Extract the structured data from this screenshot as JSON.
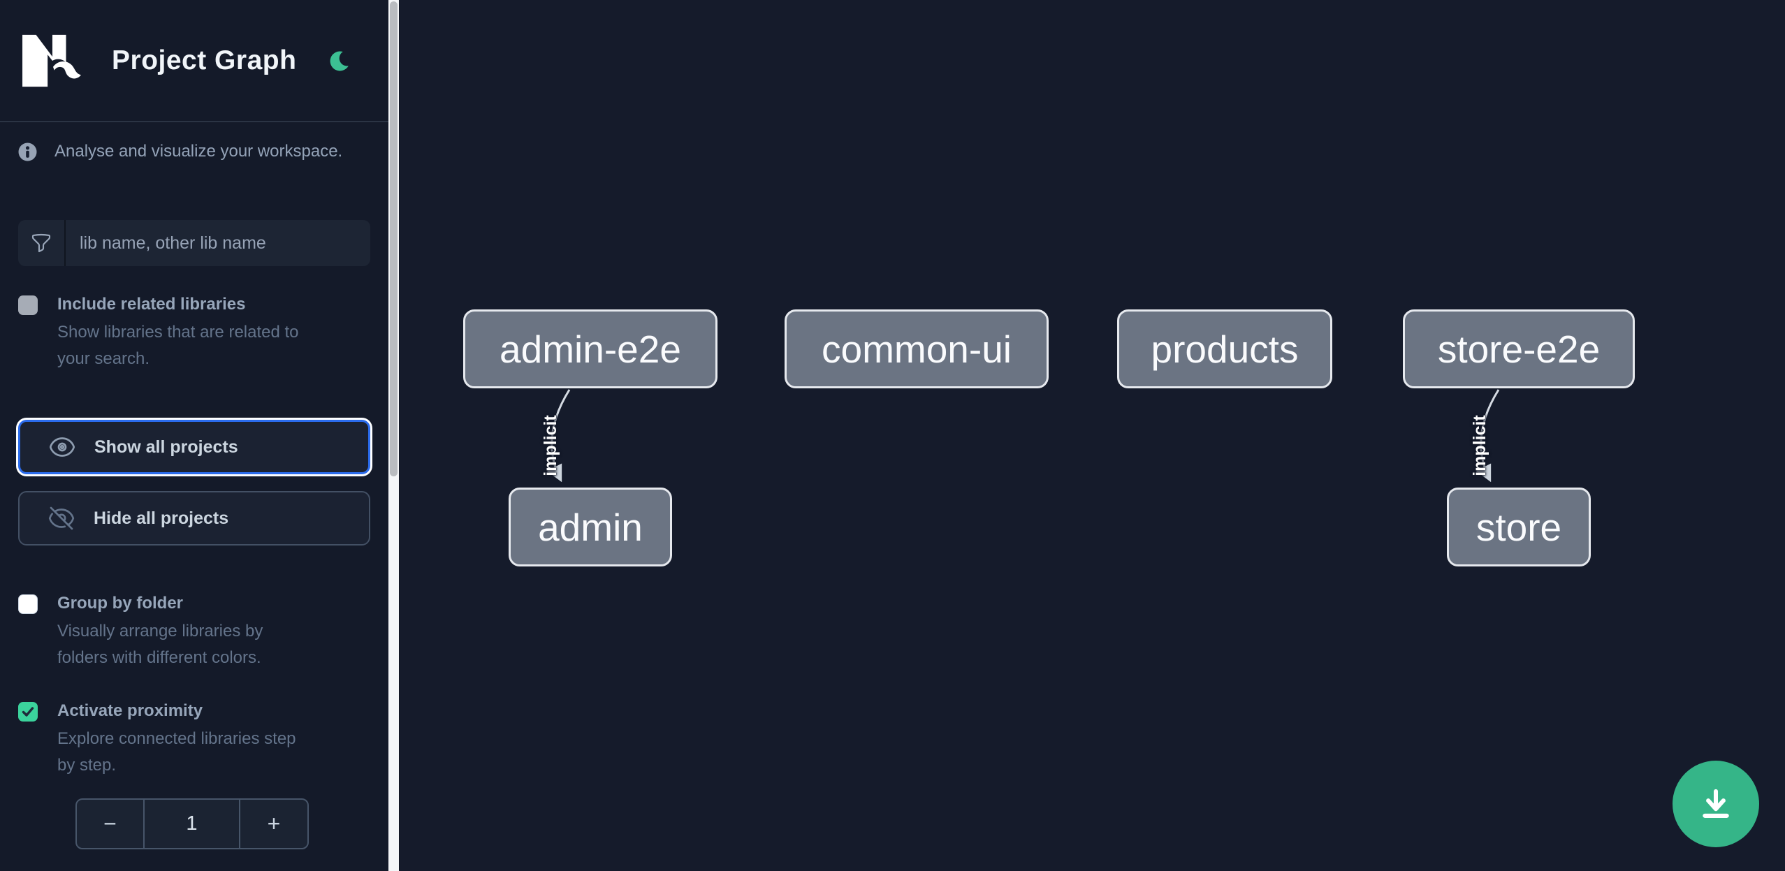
{
  "app": {
    "title": "Project Graph",
    "logo_icon": "nx-logo",
    "theme_toggle_icon": "moon-icon"
  },
  "sidebar": {
    "tagline": "Analyse and visualize your workspace.",
    "search": {
      "icon": "filter-icon",
      "placeholder": "lib name, other lib name",
      "value": ""
    },
    "options": [
      {
        "label": "Include related libraries",
        "description": "Show libraries that are related to\nyour search.",
        "checked": false,
        "checkbox_style": "gray"
      },
      {
        "label": "Group by folder",
        "description": "Visually arrange libraries by\nfolders with different colors.",
        "checked": false,
        "checkbox_style": "white"
      },
      {
        "label": "Activate proximity",
        "description": "Explore connected libraries step\nby step.",
        "checked": true,
        "checkbox_style": "green"
      }
    ],
    "actions": [
      {
        "label": "Show all projects",
        "icon": "eye-icon",
        "focused": true
      },
      {
        "label": "Hide all projects",
        "icon": "eye-slash-icon",
        "focused": false
      }
    ],
    "proximity_stepper": {
      "decrement_label": "−",
      "value": "1",
      "increment_label": "+"
    }
  },
  "graph": {
    "nodes": [
      {
        "label": "admin-e2e"
      },
      {
        "label": "common-ui"
      },
      {
        "label": "products"
      },
      {
        "label": "store-e2e"
      },
      {
        "label": "admin"
      },
      {
        "label": "store"
      }
    ],
    "edges": [
      {
        "from": "admin-e2e",
        "to": "admin",
        "label": "implicit"
      },
      {
        "from": "store-e2e",
        "to": "store",
        "label": "implicit"
      }
    ]
  },
  "fab": {
    "icon": "download-icon"
  },
  "colors": {
    "background": "#151b2b",
    "panel": "#1b2332",
    "accent_green": "#3cbf93",
    "fab_green": "#35b588",
    "checkbox_green": "#3bd39c",
    "focus_blue": "#2b6ced",
    "node_fill": "#6b7483",
    "node_border": "#e6e9ee",
    "text_primary": "#f1f5f9",
    "text_secondary": "#94a3b8",
    "text_muted": "#64748b"
  }
}
